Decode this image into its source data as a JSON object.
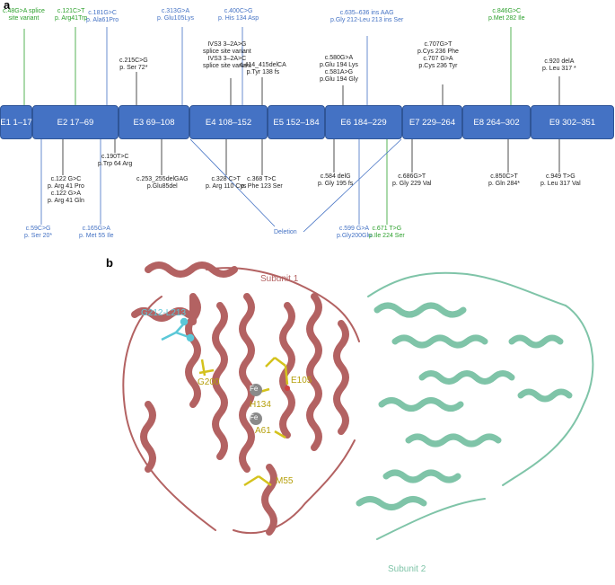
{
  "panel_a": {
    "letter": "a"
  },
  "panel_b": {
    "letter": "b"
  },
  "exons": [
    {
      "label": "E1  1–17"
    },
    {
      "label": "E2  17–69"
    },
    {
      "label": "E3  69–108"
    },
    {
      "label": "E4  108–152"
    },
    {
      "label": "E5  152–184"
    },
    {
      "label": "E6  184–229"
    },
    {
      "label": "E7  229–264"
    },
    {
      "label": "E8  264–302"
    },
    {
      "label": "E9  302–351"
    }
  ],
  "mutations": {
    "m01": "c.48G>A splice\nsite variant",
    "m02": "c.121C>T\np. Arg41Trp",
    "m03": "c.181G>C\np. Ala61Pro",
    "m04": "c.313G>A\np. Glu105Lys",
    "m05": "c.400C>G\np. His 134 Asp",
    "m06": "c.635–636 ins AAG\np.Gly 212-Leu 213 ins Ser",
    "m07": "c.846G>C\np.Met 282 Ile",
    "m08": "c.215C>G\np. Ser 72*",
    "m09": "IVS3 3–2A>G\nsplice site variant\nIVS3 3–2A>C\nsplice site variant",
    "m10": "c.414_415delCA\np.Tyr 138 fs",
    "m11": "c.580G>A\np.Glu 194 Lys\nc.581A>G\np.Glu 194 Gly",
    "m12": "c.707G>T\np.Cys 236 Phe\nc.707 G>A\np.Cys 236 Tyr",
    "m13": "c.920 delA\np. Leu 317 *",
    "m14": "c.122 G>C\np. Arg 41 Pro\nc.122 G>A\np. Arg 41 Gln",
    "m15": "c.190T>C\np.Trp 64 Arg",
    "m16": "c.253_255delGAG\np.Glu85del",
    "m17": "c.328 C>T\np. Arg 110 Cys",
    "m18": "c.368 T>C\np. Phe 123 Ser",
    "m19": "c.584 delG\np. Gly 195 fs",
    "m20": "c.686G>T\np. Gly 229 Val",
    "m21": "c.850C>T\np. Gln 284*",
    "m22": "c.949 T>G\np. Leu 317 Val",
    "m23": "c.59C>G\np. Ser 20*",
    "m24": "c.165G>A\np. Met 55 Ile",
    "m25": "Deletion",
    "m26": "c.599 G>A\np.Gly200Glu",
    "m27": "c.671 T>G\np.Ile 224 Ser"
  },
  "structure": {
    "subunit1": "Subunit 1",
    "subunit2": "Subunit 2",
    "g212": "G212-L213",
    "e105": "E105",
    "h134": "H134",
    "a61": "A61",
    "g200": "G200",
    "m55": "M55",
    "fe1": "Fe",
    "fe2": "Fe"
  },
  "colors": {
    "exon": "#4472c4",
    "subunit1": "#b36262",
    "subunit2": "#7fc4a8",
    "residue": "#d4c21c",
    "insertion": "#5bc8d8",
    "iron": "#8a8a8a"
  }
}
